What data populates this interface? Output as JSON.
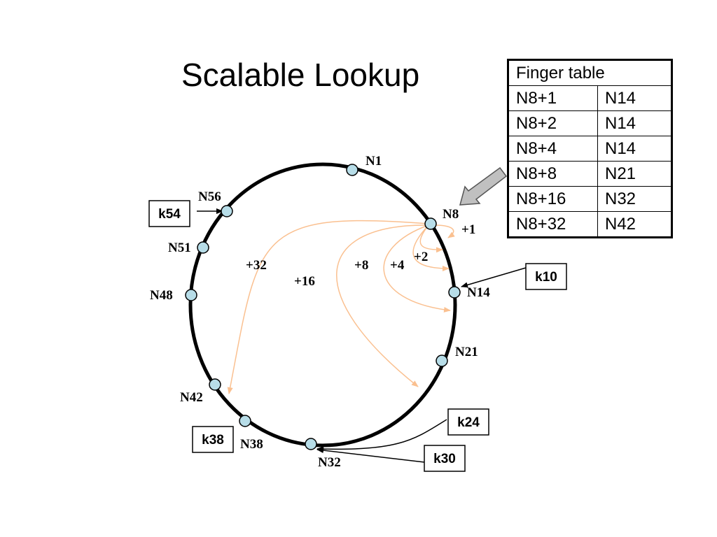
{
  "slide": {
    "title": "Scalable Lookup",
    "colors": {
      "ring": "#000000",
      "node_fill": "#b7dde8",
      "finger_arrow": "#fac090",
      "pointer_arrow_fill": "#c0c0c0",
      "pointer_arrow_stroke": "#555555"
    }
  },
  "finger_table": {
    "header": "Finger table",
    "rows": [
      [
        "N8+1",
        "N14"
      ],
      [
        "N8+2",
        "N14"
      ],
      [
        "N8+4",
        "N14"
      ],
      [
        "N8+8",
        "N21"
      ],
      [
        "N8+16",
        "N32"
      ],
      [
        "N8+32",
        "N42"
      ]
    ]
  },
  "nodes": [
    "N1",
    "N8",
    "N14",
    "N21",
    "N32",
    "N38",
    "N42",
    "N48",
    "N51",
    "N56"
  ],
  "finger_labels": [
    "+1",
    "+2",
    "+4",
    "+8",
    "+16",
    "+32"
  ],
  "keys": [
    "k54",
    "k10",
    "k24",
    "k30",
    "k38"
  ]
}
